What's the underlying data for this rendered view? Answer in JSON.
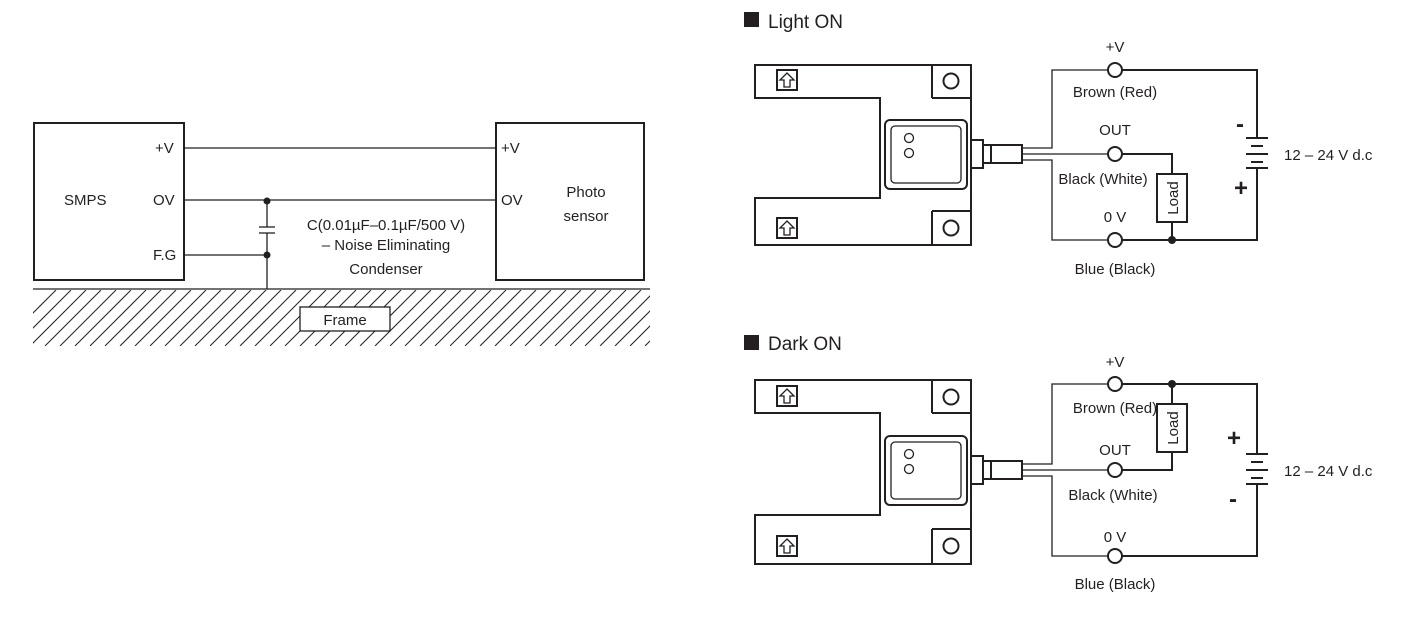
{
  "noise_diagram": {
    "smps": {
      "name": "SMPS",
      "plus_v": "+V",
      "ov": "OV",
      "fg": "F.G"
    },
    "sensor": {
      "name_line1": "Photo",
      "name_line2": "sensor",
      "plus_v": "+V",
      "ov": "OV"
    },
    "condenser": {
      "line1": "C(0.01µF–0.1µF/500 V)",
      "line2": "– Noise Eliminating",
      "line3": "Condenser"
    },
    "frame_label": "Frame"
  },
  "light_on": {
    "title": "Light ON",
    "plus_v": "+V",
    "brown": "Brown (Red)",
    "out": "OUT",
    "black": "Black (White)",
    "zero_v": "0 V",
    "blue": "Blue (Black)",
    "load": "Load",
    "supply": "12 – 24 V d.c",
    "minus": "-",
    "plus": "+"
  },
  "dark_on": {
    "title": "Dark ON",
    "plus_v": "+V",
    "brown": "Brown (Red)",
    "out": "OUT",
    "black": "Black (White)",
    "zero_v": "0 V",
    "blue": "Blue (Black)",
    "load": "Load",
    "supply": "12 – 24 V d.c",
    "minus": "-",
    "plus": "+"
  }
}
